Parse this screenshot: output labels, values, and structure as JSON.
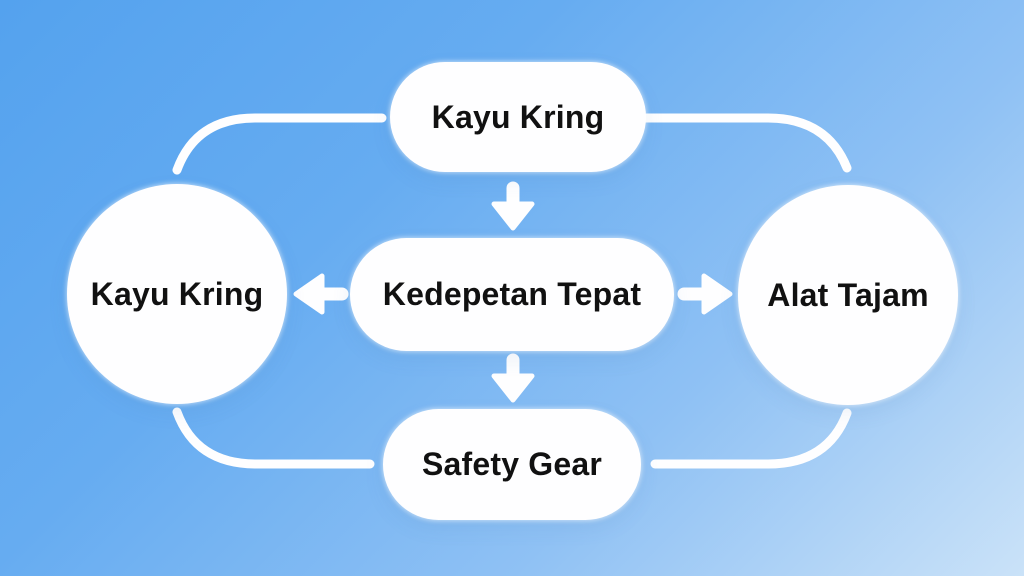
{
  "diagram": {
    "type": "flowchart",
    "background": {
      "gradient_start": "#54A2EE",
      "gradient_end": "#CAE2F8",
      "gradient_direction": "top-left to bottom-right"
    },
    "node_fill": "#FEFEFF",
    "text_color": "#111111",
    "line_color": "#FFFFFF",
    "nodes": {
      "top": {
        "label": "Kayu Kring",
        "shape": "pill"
      },
      "center": {
        "label": "Kedepetan Tepat",
        "shape": "pill"
      },
      "bottom": {
        "label": "Safety Gear",
        "shape": "pill"
      },
      "left": {
        "label": "Kayu Kring",
        "shape": "circle"
      },
      "right": {
        "label": "Alat Tajam",
        "shape": "circle"
      }
    },
    "connections": [
      {
        "from": "top",
        "to": "center",
        "style": "arrow-down"
      },
      {
        "from": "center",
        "to": "left",
        "style": "arrow-left"
      },
      {
        "from": "center",
        "to": "right",
        "style": "arrow-right"
      },
      {
        "from": "center",
        "to": "bottom",
        "style": "arrow-down"
      },
      {
        "from": "top",
        "to": "left",
        "style": "curved-line"
      },
      {
        "from": "top",
        "to": "right",
        "style": "curved-line"
      },
      {
        "from": "bottom",
        "to": "left",
        "style": "curved-line"
      },
      {
        "from": "bottom",
        "to": "right",
        "style": "curved-line"
      }
    ]
  }
}
